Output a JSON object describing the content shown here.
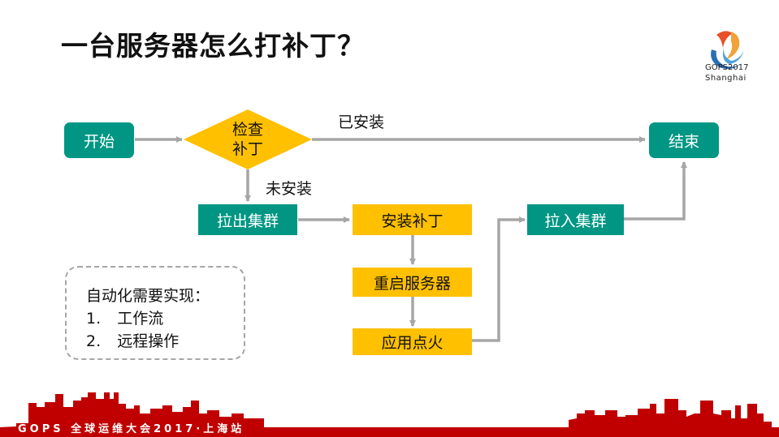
{
  "title": "一台服务器怎么打补丁？",
  "logo": {
    "line1": "GOPS2017",
    "line2": "Shanghai",
    "icon": "gops-swirl-logo"
  },
  "colors": {
    "teal": "#009683",
    "amber": "#ffc000",
    "arrow": "#a6a6a6",
    "footer_red": "#c00000"
  },
  "flow": {
    "nodes": {
      "start": "开始",
      "check_line1": "检查",
      "check_line2": "补丁",
      "end": "结束",
      "drain": "拉出集群",
      "install": "安装补丁",
      "reboot": "重启服务器",
      "smoke": "应用点火",
      "rejoin": "拉入集群"
    },
    "edge_labels": {
      "installed": "已安装",
      "not_installed": "未安装"
    }
  },
  "note": {
    "heading": "自动化需要实现：",
    "items": [
      {
        "num": "1.",
        "text": "工作流"
      },
      {
        "num": "2.",
        "text": "远程操作"
      }
    ]
  },
  "footer": {
    "text": "GOPS 全球运维大会2017·上海站"
  }
}
